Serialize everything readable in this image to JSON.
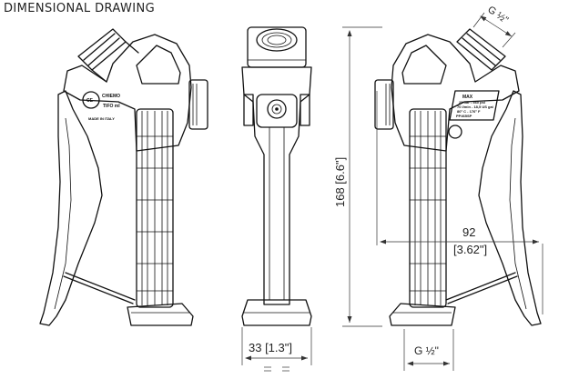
{
  "title": "DIMENSIONAL DRAWING",
  "dimensions": {
    "height": "168 [6.6\"]",
    "length_mm": "92",
    "length_in": "[3.62\"]",
    "width": "33 [1.3\"]",
    "thread_side": "G ½\"",
    "thread_top": "G ½\""
  },
  "left_label": {
    "brand": "CHIEMO",
    "model": "TIFO ml",
    "origin": "MADE IN ITALY"
  },
  "right_label": {
    "brand": "MAX",
    "line1": "25 bar - 360 psi",
    "line2": "70 l/min - 18,5 US gal",
    "line3": "80° C - 176° F",
    "line4": "PP465SP"
  }
}
